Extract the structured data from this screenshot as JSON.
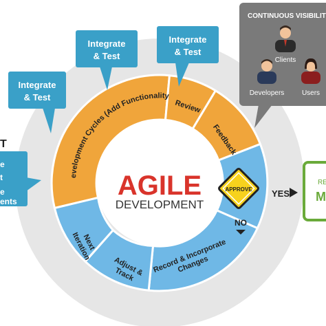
{
  "colors": {
    "orange": "#f0a53b",
    "blue": "#6fb8e6",
    "outer_ring": "#e6e6e6",
    "teal_callout": "#3aa0c8",
    "gray_panel": "#7a7a7a",
    "red_title": "#d9342b",
    "green": "#6aaa3a",
    "dark": "#333333"
  },
  "center": {
    "title": "AGILE",
    "subtitle": "DEVELOPMENT"
  },
  "segments": {
    "development_cycles": "Development Cycles (Add Functionality)",
    "review": "Review",
    "feedback": "Feedback",
    "next_iteration": [
      "Next",
      "Iteration"
    ],
    "adjust_track": [
      "Adjust &",
      "Track"
    ],
    "record_changes": [
      "Record & Incorporate",
      "Changes"
    ]
  },
  "approve": {
    "label": "APPROVE",
    "yes": "YES",
    "no": "NO"
  },
  "callouts": {
    "left": [
      "Integrate",
      "& Test"
    ],
    "middle": [
      "Integrate",
      "& Test"
    ],
    "right": [
      "Integrate",
      "& Test"
    ]
  },
  "visibility_panel": {
    "title": "CONTINUOUS VISIBILITY",
    "clients": "Clients",
    "developers": "Developers",
    "users": "Users"
  },
  "left_partial": {
    "heading": "T",
    "lines": [
      "e",
      "t",
      "e",
      "ents"
    ]
  },
  "right_box": {
    "line1": "RE",
    "line2": "M"
  }
}
